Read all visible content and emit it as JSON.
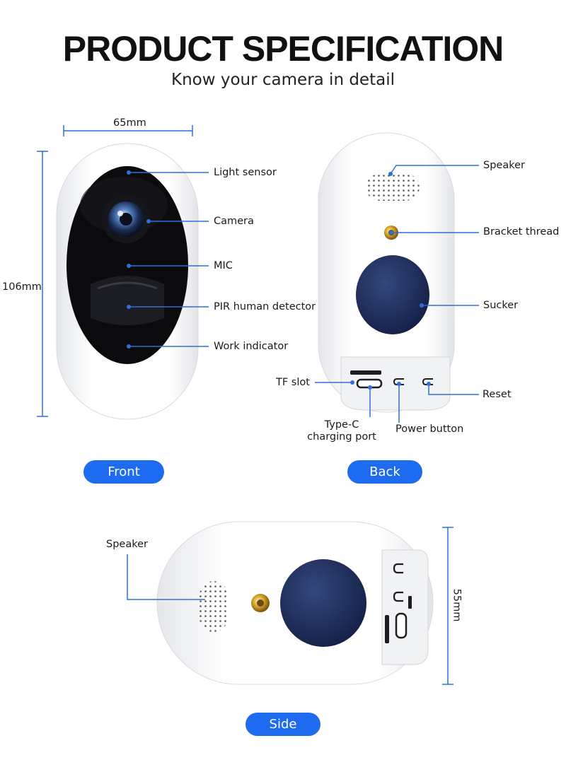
{
  "header": {
    "title": "PRODUCT SPECIFICATION",
    "subtitle": "Know your camera in detail"
  },
  "dimensions": {
    "width": "65mm",
    "height": "106mm",
    "depth": "55mm"
  },
  "front": {
    "label": "Front",
    "callouts": {
      "light_sensor": "Light sensor",
      "camera": "Camera",
      "mic": "MIC",
      "pir": "PIR human detector",
      "work_indicator": "Work indicator"
    }
  },
  "back": {
    "label": "Back",
    "callouts": {
      "speaker": "Speaker",
      "bracket_thread": "Bracket thread",
      "sucker": "Sucker",
      "tf_slot": "TF slot",
      "type_c_line1": "Type-C",
      "type_c_line2": "charging port",
      "power_button": "Power button",
      "reset": "Reset"
    }
  },
  "side": {
    "label": "Side",
    "callouts": {
      "speaker": "Speaker"
    }
  },
  "colors": {
    "accent": "#1f6bf0",
    "dimension_line": "#2f6fd8",
    "sucker": "#1f2d5c",
    "brass": "#c99a2a"
  }
}
